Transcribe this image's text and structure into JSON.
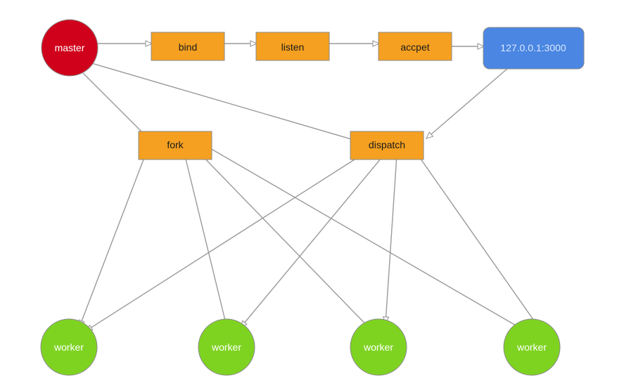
{
  "nodes": {
    "master": {
      "label": "master",
      "color": "#d0021b"
    },
    "bind": {
      "label": "bind",
      "color": "#f5a020"
    },
    "listen": {
      "label": "listen",
      "color": "#f5a020"
    },
    "accept": {
      "label": "accpet",
      "color": "#f5a020"
    },
    "address": {
      "label": "127.0.0.1:3000",
      "color": "#4a86e2"
    },
    "fork": {
      "label": "fork",
      "color": "#f5a020"
    },
    "dispatch": {
      "label": "dispatch",
      "color": "#f5a020"
    },
    "workers": [
      {
        "label": "worker",
        "color": "#7ed321"
      },
      {
        "label": "worker",
        "color": "#7ed321"
      },
      {
        "label": "worker",
        "color": "#7ed321"
      },
      {
        "label": "worker",
        "color": "#7ed321"
      }
    ]
  },
  "edges": [
    {
      "from": "master",
      "to": "bind"
    },
    {
      "from": "bind",
      "to": "listen"
    },
    {
      "from": "listen",
      "to": "accept"
    },
    {
      "from": "accept",
      "to": "address"
    },
    {
      "from": "master",
      "to": "fork"
    },
    {
      "from": "master",
      "to": "dispatch"
    },
    {
      "from": "address",
      "to": "dispatch"
    },
    {
      "from": "fork",
      "to": "worker-1"
    },
    {
      "from": "fork",
      "to": "worker-2"
    },
    {
      "from": "fork",
      "to": "worker-3"
    },
    {
      "from": "fork",
      "to": "worker-4"
    },
    {
      "from": "dispatch",
      "to": "worker-1"
    },
    {
      "from": "dispatch",
      "to": "worker-2"
    },
    {
      "from": "dispatch",
      "to": "worker-3"
    },
    {
      "from": "dispatch",
      "to": "worker-4"
    }
  ]
}
